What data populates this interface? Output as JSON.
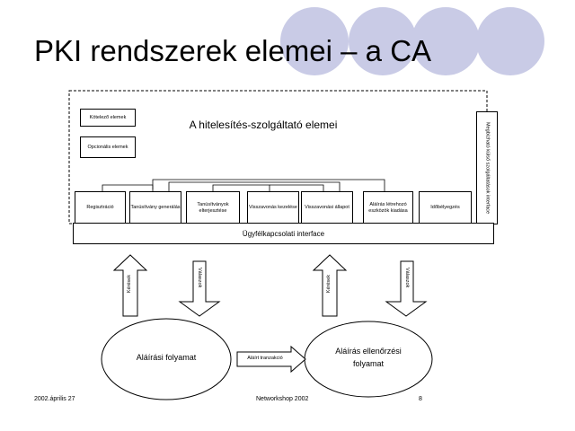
{
  "slide": {
    "title": "PKI rendszerek elemei – a CA",
    "footer_date": "2002.április 27",
    "footer_center": "Networkshop 2002",
    "page_number": "8"
  },
  "diagram": {
    "legend_mandatory": "Kötelező elemek",
    "legend_optional": "Opcionális elemek",
    "ca_title": "A hitelesítés-szolgáltató elemei",
    "side_interface": "Megbízható külső szolgáltatások interface",
    "customer_interface": "Ügyfélkapcsolati interface",
    "components": [
      "Regisztráció",
      "Tanúsítvány generálás",
      "Tanúsítványok elterjesztése",
      "Visszavonás kezelése",
      "Visszavonási állapot",
      "Aláírás létrehozó eszközök kiadása",
      "Időbélyegzés"
    ],
    "requests_left": "Kérések",
    "replies_left": "Válaszok",
    "requests_right": "Kérések",
    "replies_right": "Válaszok",
    "process_sign": "Aláírási folyamat",
    "process_verify": "Aláírás ellenőrzési folyamat",
    "transaction": "Aláírt tranzakció"
  }
}
